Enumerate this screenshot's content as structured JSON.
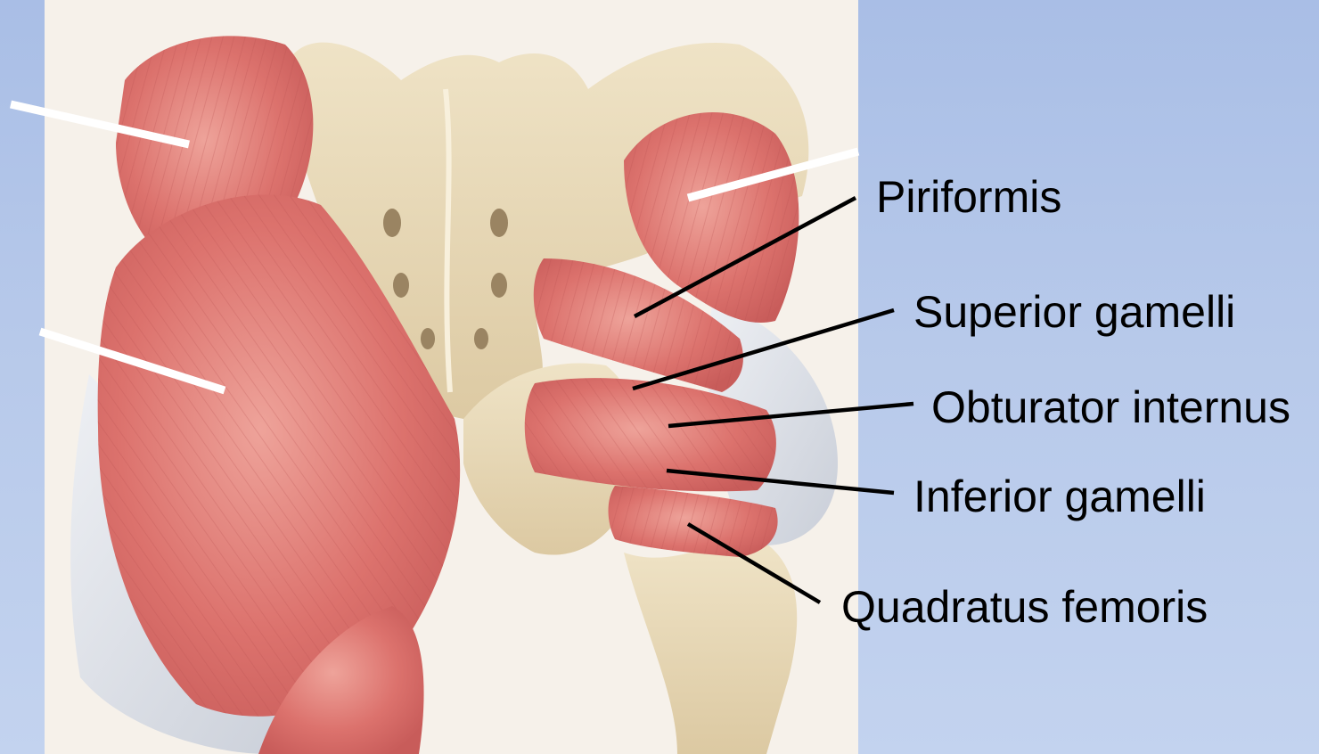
{
  "labels": {
    "piriformis": "Piriformis",
    "superior_gamelli": "Superior gamelli",
    "obturator_internus": "Obturator internus",
    "inferior_gamelli": "Inferior gamelli",
    "quadratus_femoris": "Quadratus femoris"
  },
  "colors": {
    "slide_background": "#b7c9ea",
    "panel_background": "#f6f1ea",
    "muscle": "#d9716e",
    "bone": "#e8d9b8",
    "tendon": "#dfe3ea",
    "leader_line": "#000000",
    "pointer_line": "#ffffff"
  }
}
